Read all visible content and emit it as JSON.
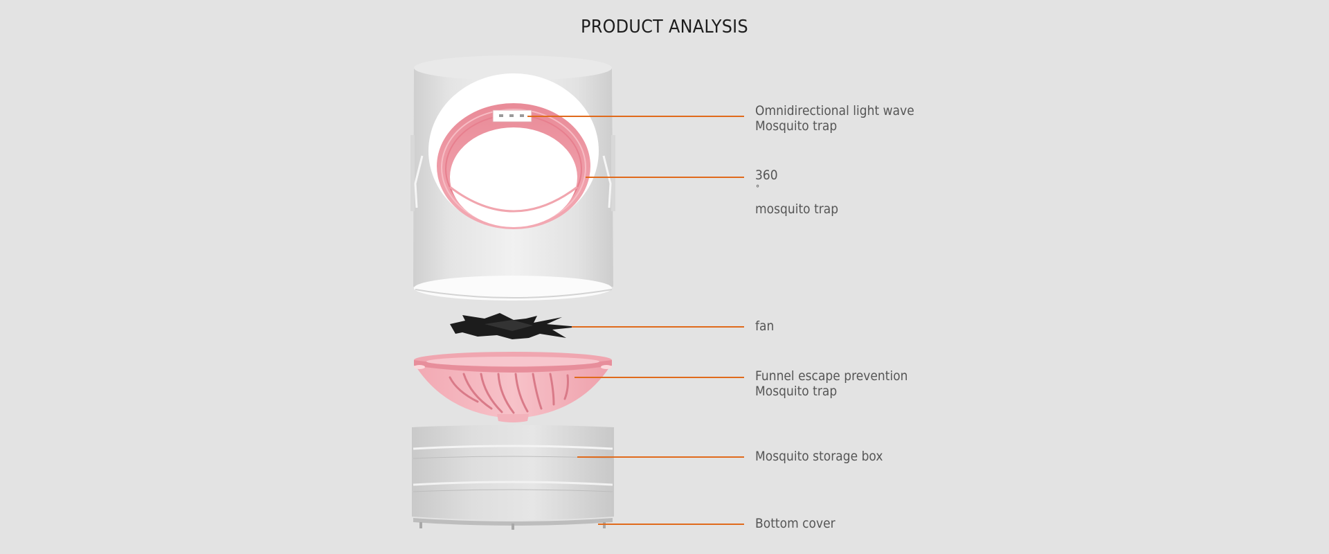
{
  "title": "PRODUCT ANALYSIS",
  "accent_color": "#e06a1b",
  "parts": {
    "light_wave": {
      "line1": "Omnidirectional light wave",
      "line2": "Mosquito trap"
    },
    "trap_360": {
      "number": "360",
      "degree": "°",
      "text": "mosquito trap"
    },
    "fan": {
      "line1": "fan"
    },
    "funnel": {
      "line1": "Funnel escape prevention",
      "line2": "Mosquito trap"
    },
    "storage": {
      "line1": "Mosquito storage box"
    },
    "bottom": {
      "line1": "Bottom cover"
    }
  }
}
